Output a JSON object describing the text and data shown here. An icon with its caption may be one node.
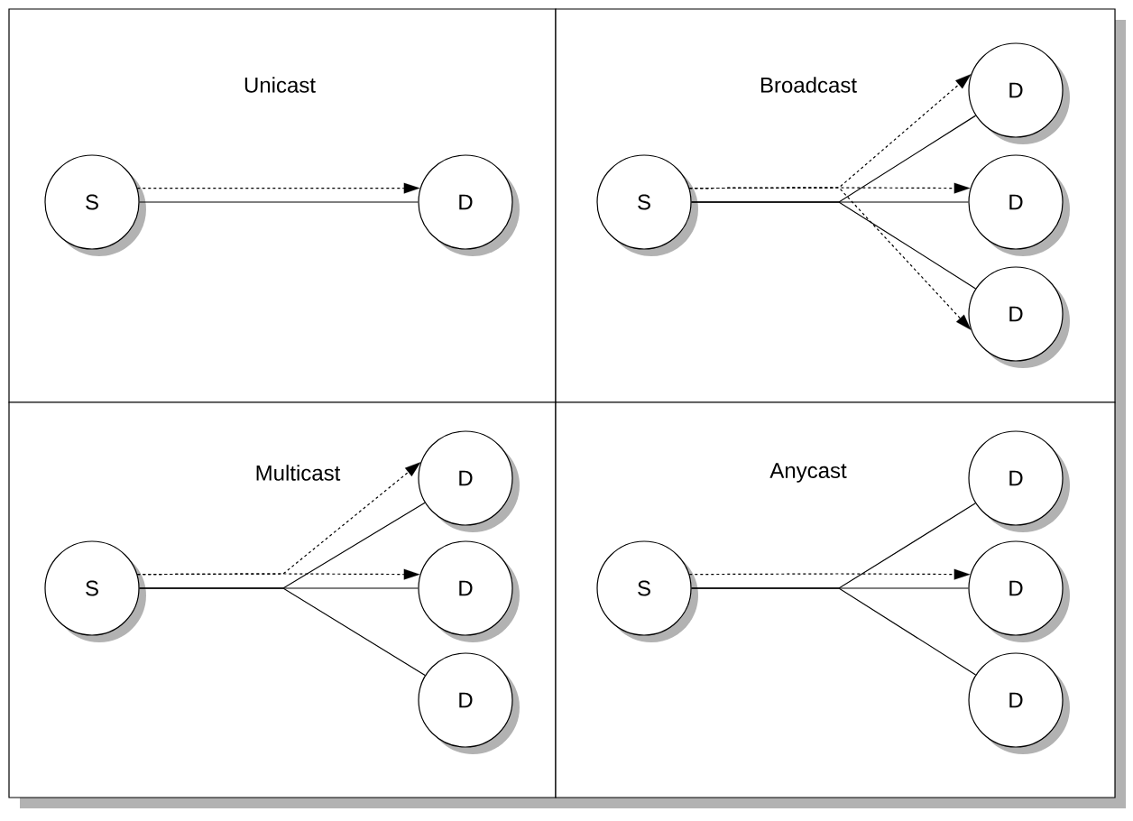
{
  "diagram": {
    "nodes": [
      {
        "text": [
          "Unicast"
        ]
      },
      {
        "text": [
          "Broadcast"
        ]
      },
      {
        "text": [
          "Multicast"
        ]
      },
      {
        "text": [
          "Anycast"
        ]
      },
      {
        "text": [
          "S"
        ],
        "in": 0
      },
      {
        "text": [
          "D"
        ],
        "in": 0
      },
      {
        "text": [
          "S"
        ],
        "in": 1
      },
      {
        "text": [
          "D"
        ],
        "in": 1
      },
      {
        "text": [
          "D"
        ],
        "in": 1
      },
      {
        "text": [
          "D"
        ],
        "in": 1
      },
      {
        "text": [
          "S"
        ],
        "in": 2
      },
      {
        "text": [
          "D"
        ],
        "in": 2
      },
      {
        "text": [
          "D"
        ],
        "in": 2
      },
      {
        "text": [
          "D"
        ],
        "in": 2
      },
      {
        "text": [
          "S"
        ],
        "in": 3
      },
      {
        "text": [
          "D"
        ],
        "in": 3
      },
      {
        "text": [
          "D"
        ],
        "in": 3
      },
      {
        "text": [
          "D"
        ],
        "in": 3
      }
    ],
    "edges": [
      {
        "from": 4,
        "to": 5,
        "arrow": "none"
      },
      {
        "from": 4,
        "to": 5,
        "arrow": "to",
        "style": "dashed"
      },
      {
        "from": 6,
        "to": 7,
        "arrow": "none"
      },
      {
        "from": 6,
        "to": 8,
        "arrow": "none"
      },
      {
        "from": 6,
        "to": 9,
        "arrow": "none"
      },
      {
        "from": 6,
        "to": 7,
        "arrow": "to",
        "style": "dashed"
      },
      {
        "from": 6,
        "to": 8,
        "arrow": "to",
        "style": "dashed"
      },
      {
        "from": 6,
        "to": 9,
        "arrow": "to",
        "style": "dashed"
      },
      {
        "from": 10,
        "to": 11,
        "arrow": "none"
      },
      {
        "from": 10,
        "to": 12,
        "arrow": "none"
      },
      {
        "from": 10,
        "to": 13,
        "arrow": "none"
      },
      {
        "from": 10,
        "to": 11,
        "arrow": "to",
        "style": "dashed"
      },
      {
        "from": 10,
        "to": 12,
        "arrow": "to",
        "style": "dashed"
      },
      {
        "from": 14,
        "to": 15,
        "arrow": "none"
      },
      {
        "from": 14,
        "to": 16,
        "arrow": "none"
      },
      {
        "from": 14,
        "to": 17,
        "arrow": "none"
      },
      {
        "from": 14,
        "to": 16,
        "arrow": "to",
        "style": "dashed"
      }
    ]
  }
}
